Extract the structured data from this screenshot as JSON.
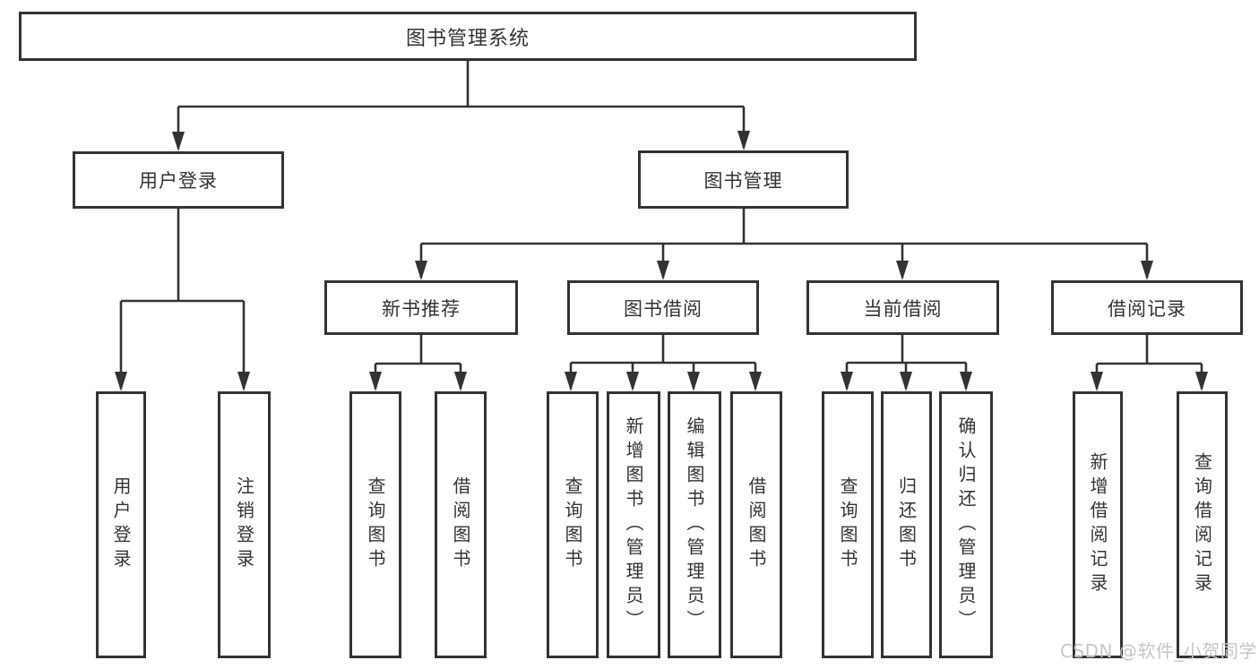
{
  "diagram": {
    "type": "hierarchy-tree",
    "title": "图书管理系统",
    "colors": {
      "line": "#333333",
      "box_border": "#333333",
      "text": "#333333",
      "background": "#ffffff",
      "watermark": "#c5c5c5"
    },
    "tree": {
      "root": {
        "label": "图书管理系统"
      },
      "branches": [
        {
          "label": "用户登录",
          "children": [
            {
              "label": "用户登录"
            },
            {
              "label": "注销登录"
            }
          ]
        },
        {
          "label": "图书管理",
          "children": [
            {
              "label": "新书推荐",
              "children": [
                {
                  "label": "查询图书"
                },
                {
                  "label": "借阅图书"
                }
              ]
            },
            {
              "label": "图书借阅",
              "children": [
                {
                  "label": "查询图书"
                },
                {
                  "label": "新增图书（管理员）"
                },
                {
                  "label": "编辑图书（管理员）"
                },
                {
                  "label": "借阅图书"
                }
              ]
            },
            {
              "label": "当前借阅",
              "children": [
                {
                  "label": "查询图书"
                },
                {
                  "label": "归还图书"
                },
                {
                  "label": "确认归还（管理员）"
                }
              ]
            },
            {
              "label": "借阅记录",
              "children": [
                {
                  "label": "新增借阅记录"
                },
                {
                  "label": "查询借阅记录"
                }
              ]
            }
          ]
        }
      ]
    },
    "watermark": {
      "text": "CSDN @软件_小贺同学"
    }
  }
}
